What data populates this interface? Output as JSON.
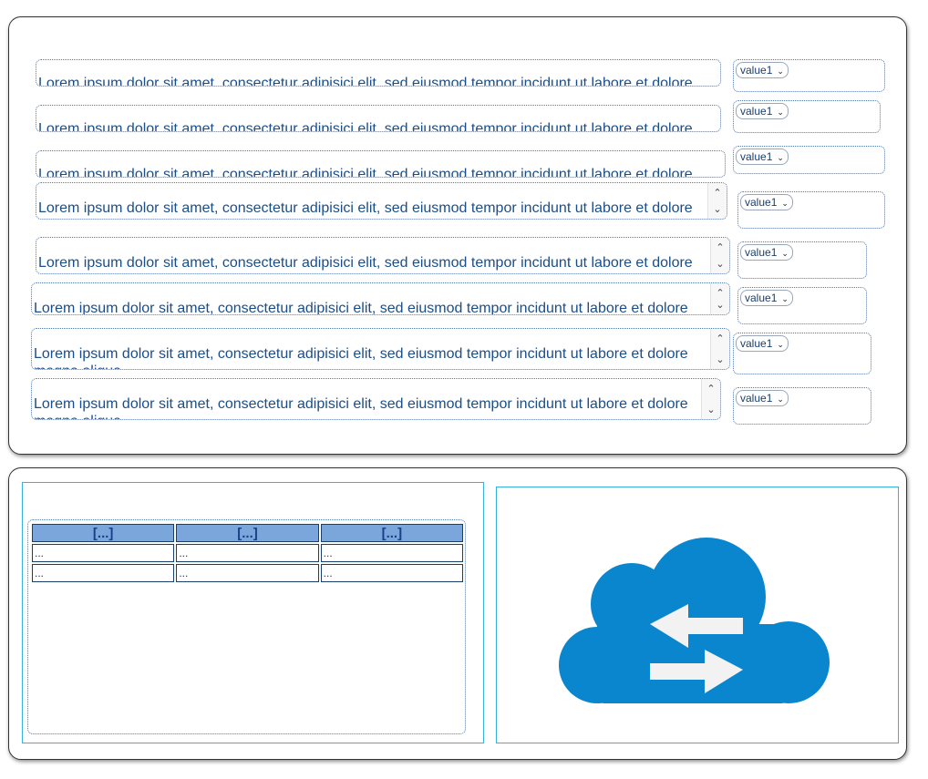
{
  "rows": [
    {
      "text": "Lorem ipsum dolor sit amet, consectetur adipisici elit, sed eiusmod tempor incidunt ut labore et dolore magna aliqua.",
      "select": "value1"
    },
    {
      "text": "Lorem ipsum dolor sit amet, consectetur adipisici elit, sed eiusmod tempor incidunt ut labore et dolore magna aliqua.",
      "select": "value1"
    },
    {
      "text": "Lorem ipsum dolor sit amet, consectetur adipisici elit, sed eiusmod tempor incidunt ut labore et dolore magna aliqua.",
      "select": "value1"
    },
    {
      "text": "Lorem ipsum dolor sit amet, consectetur adipisici elit, sed eiusmod tempor incidunt ut labore et dolore magna aliqua.",
      "select": "value1"
    },
    {
      "text": "Lorem ipsum dolor sit amet, consectetur adipisici elit, sed eiusmod tempor incidunt ut labore et dolore magna aliqua.",
      "select": "value1"
    },
    {
      "text": "Lorem ipsum dolor sit amet, consectetur adipisici elit, sed eiusmod tempor incidunt ut labore et dolore magna aliqua.",
      "select": "value1"
    },
    {
      "text": "Lorem ipsum dolor sit amet, consectetur adipisici elit, sed eiusmod tempor incidunt ut labore et dolore magna aliqua.",
      "select": "value1"
    },
    {
      "text": "Lorem ipsum dolor sit amet, consectetur adipisici elit, sed eiusmod tempor incidunt ut labore et dolore magna aliqua.",
      "select": "value1"
    }
  ],
  "table": {
    "headers": [
      "[...]",
      "[...]",
      "[...]"
    ],
    "rows": [
      [
        "...",
        "...",
        "..."
      ],
      [
        "...",
        "...",
        "..."
      ]
    ]
  },
  "image": {
    "icon": "cloud-sync-icon",
    "cloud_color": "#0a86cf",
    "arrow_color": "#f2f2f2"
  }
}
